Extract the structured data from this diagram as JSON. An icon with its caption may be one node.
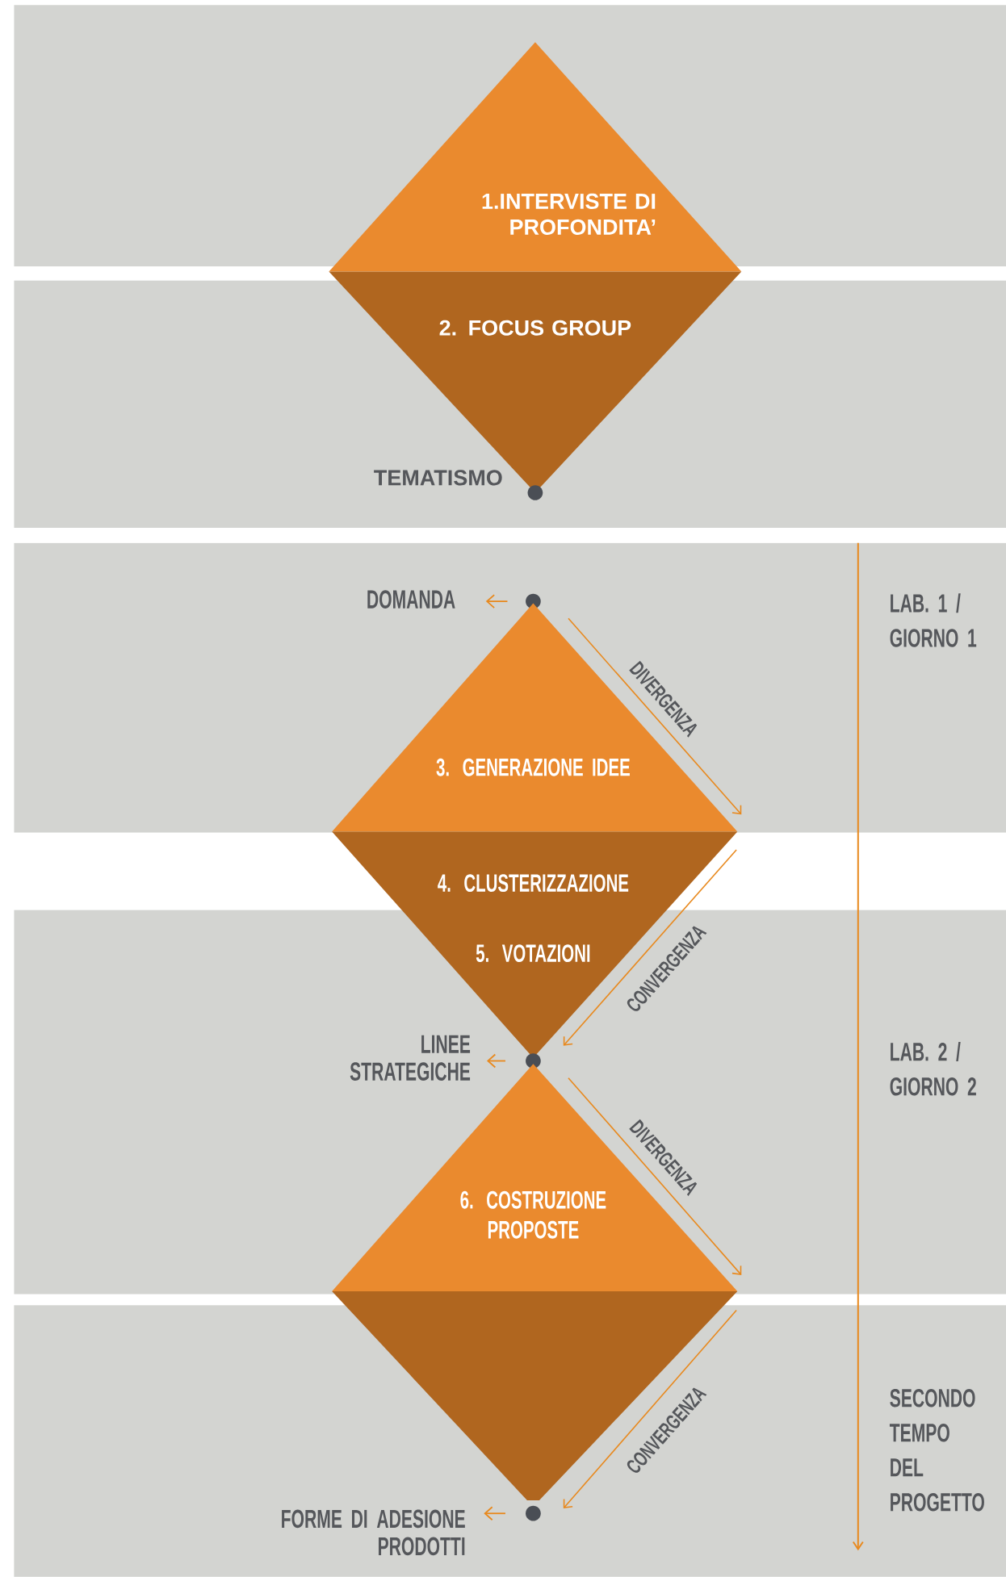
{
  "diagram": {
    "nodes": [
      {
        "text": [
          "1.INTERVISTE DI PROFONDITA’"
        ]
      },
      {
        "text": [
          "2. FOCUS GROUP"
        ]
      },
      {
        "text": [],
        "shape": "circle"
      },
      {
        "text": [
          "DOMANDA"
        ]
      },
      {
        "text": [],
        "shape": "circle"
      },
      {
        "text": [
          "3. GENERAZIONE IDEE"
        ]
      },
      {
        "text": [
          "4. CLUSTERIZZAZIONE",
          "5. VOTAZIONI"
        ]
      },
      {
        "text": [
          "LINEE STRATEGICHE"
        ]
      },
      {
        "text": [],
        "shape": "circle"
      },
      {
        "text": [
          "6. COSTRUZIONE PROPOSTE"
        ]
      },
      {
        "text": [],
        "shape": "triangle"
      },
      {
        "text": [
          "FORME DI ADESIONE PRODOTTI"
        ]
      },
      {
        "text": [],
        "shape": "circle"
      }
    ],
    "edges": [
      {
        "from": 4,
        "to": 3,
        "arrow": "to"
      },
      {
        "from": 8,
        "to": 7,
        "arrow": "to"
      },
      {
        "from": 12,
        "to": 11,
        "arrow": "to"
      }
    ],
    "labels": [
      "TEMATISMO",
      "DIVERGENZA",
      "LAB. 1 / GIORNO 1",
      "CONVERGENZA",
      "LAB. 2 / GIORNO 2",
      "DIVERGENZA",
      "CONVERGENZA",
      "SECONDO TEMPO DEL PROGETTO"
    ]
  }
}
